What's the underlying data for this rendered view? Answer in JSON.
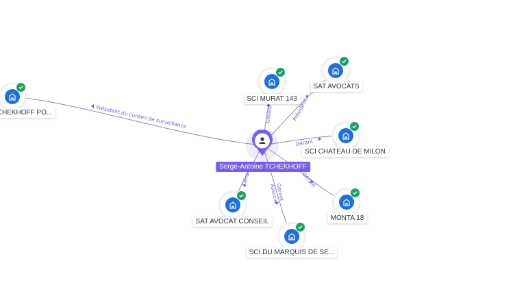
{
  "center": {
    "name": "Serge-Antoine TCHEKHOFF",
    "icon": "person-icon",
    "color": "#7b5cf0"
  },
  "companies": [
    {
      "label": "TCHEKHOFF PO...",
      "icon": "building-icon",
      "verified": true
    },
    {
      "label": "SCI MURAT 143",
      "icon": "building-icon",
      "verified": true
    },
    {
      "label": "SAT AVOCATS",
      "icon": "building-icon",
      "verified": true
    },
    {
      "label": "SCI CHATEAU DE MILON",
      "icon": "building-icon",
      "verified": true
    },
    {
      "label": "MONTA 18",
      "icon": "building-icon",
      "verified": true
    },
    {
      "label": "SCI DU MARQUIS DE SE...",
      "icon": "building-icon",
      "verified": true
    },
    {
      "label": "SAT AVOCAT CONSEIL",
      "icon": "building-icon",
      "verified": true
    }
  ],
  "edges": [
    {
      "label": "Président du conseil de surveillance"
    },
    {
      "label": "Gérant"
    },
    {
      "label": "Président"
    },
    {
      "label": "Gérant"
    },
    {
      "label": "Gérant"
    },
    {
      "label": "Gérant Associé"
    },
    {
      "label": "Gérant"
    }
  ],
  "colors": {
    "company_icon": "#1e6fe0",
    "verified_badge": "#1aa064",
    "edge_label": "#6c5ce7",
    "edge_line": "#8a8fa3"
  }
}
